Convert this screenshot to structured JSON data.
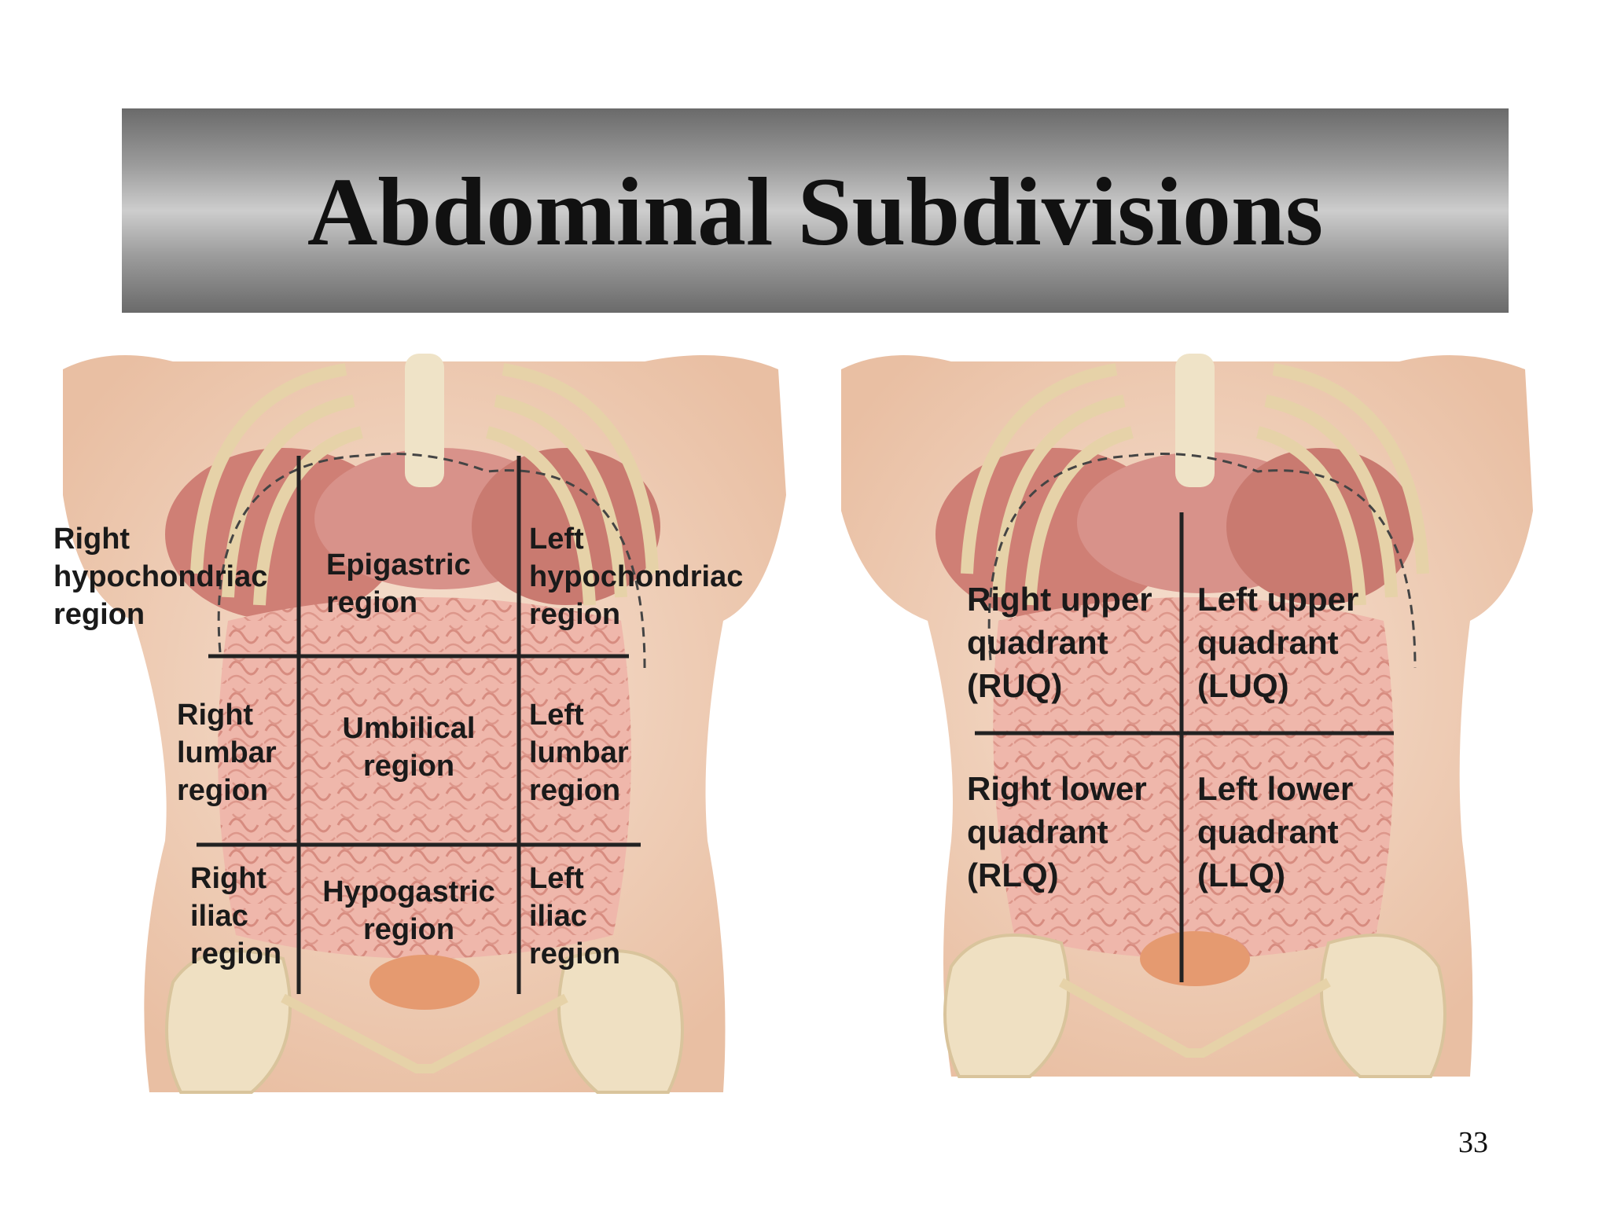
{
  "title": "Abdominal Subdivisions",
  "page_number": "33",
  "nine_regions": {
    "right_hypochondriac": "Right\nhypochondriac\nregion",
    "epigastric": "Epigastric\nregion",
    "left_hypochondriac": "Left\nhypochondriac\nregion",
    "right_lumbar": "Right\nlumbar\nregion",
    "umbilical": "Umbilical\nregion",
    "left_lumbar": "Left\nlumbar\nregion",
    "right_iliac": "Right\niliac\nregion",
    "hypogastric": "Hypogastric\nregion",
    "left_iliac": "Left\niliac\nregion"
  },
  "quadrants": {
    "ruq": "Right upper\nquadrant\n(RUQ)",
    "luq": "Left upper\nquadrant\n(LUQ)",
    "rlq": "Right lower\nquadrant\n(RLQ)",
    "llq": "Left lower\nquadrant\n(LLQ)"
  },
  "colors": {
    "skin": "#f2d7c3",
    "bone": "#f3e8cf",
    "organ": "#d98f86",
    "intestine": "#eeb3a8",
    "divider": "#222222"
  }
}
